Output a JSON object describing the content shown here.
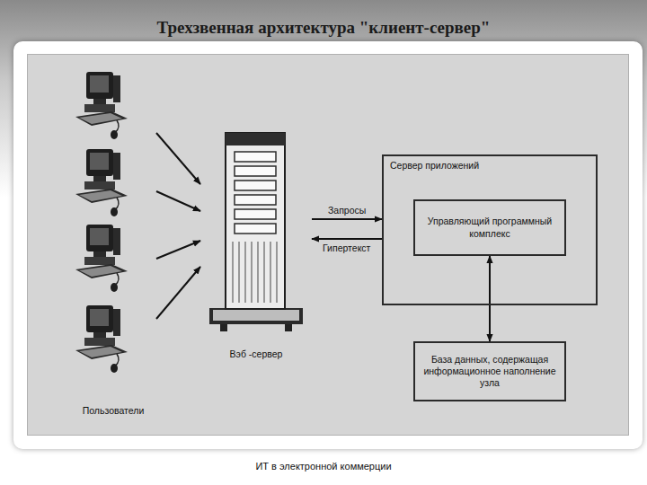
{
  "diagram": {
    "title": "Трехзвенная архитектура \"клиент-сервер\"",
    "caption": "ИТ в электронной коммерции",
    "nodes": [
      {
        "text": [
          "Пользователи"
        ]
      },
      {
        "text": [
          "Вэб -сервер"
        ]
      },
      {
        "text": [
          "Сервер приложений"
        ]
      },
      {
        "text": [
          "Управляющий программный комплекс"
        ],
        "in": 2
      },
      {
        "text": [
          "База данных, содержащая информационное наполнение узла"
        ]
      }
    ],
    "edges": [
      {
        "from": 0,
        "to": 1,
        "arrow": "to"
      },
      {
        "from": 0,
        "to": 1,
        "arrow": "to"
      },
      {
        "from": 0,
        "to": 1,
        "arrow": "to"
      },
      {
        "from": 0,
        "to": 1,
        "arrow": "to"
      },
      {
        "from": 1,
        "to": 2,
        "label": "Запросы",
        "arrow": "to"
      },
      {
        "from": 2,
        "to": 1,
        "label": "Гипертекст",
        "arrow": "to"
      },
      {
        "from": 3,
        "to": 4,
        "arrow": "both"
      }
    ]
  }
}
